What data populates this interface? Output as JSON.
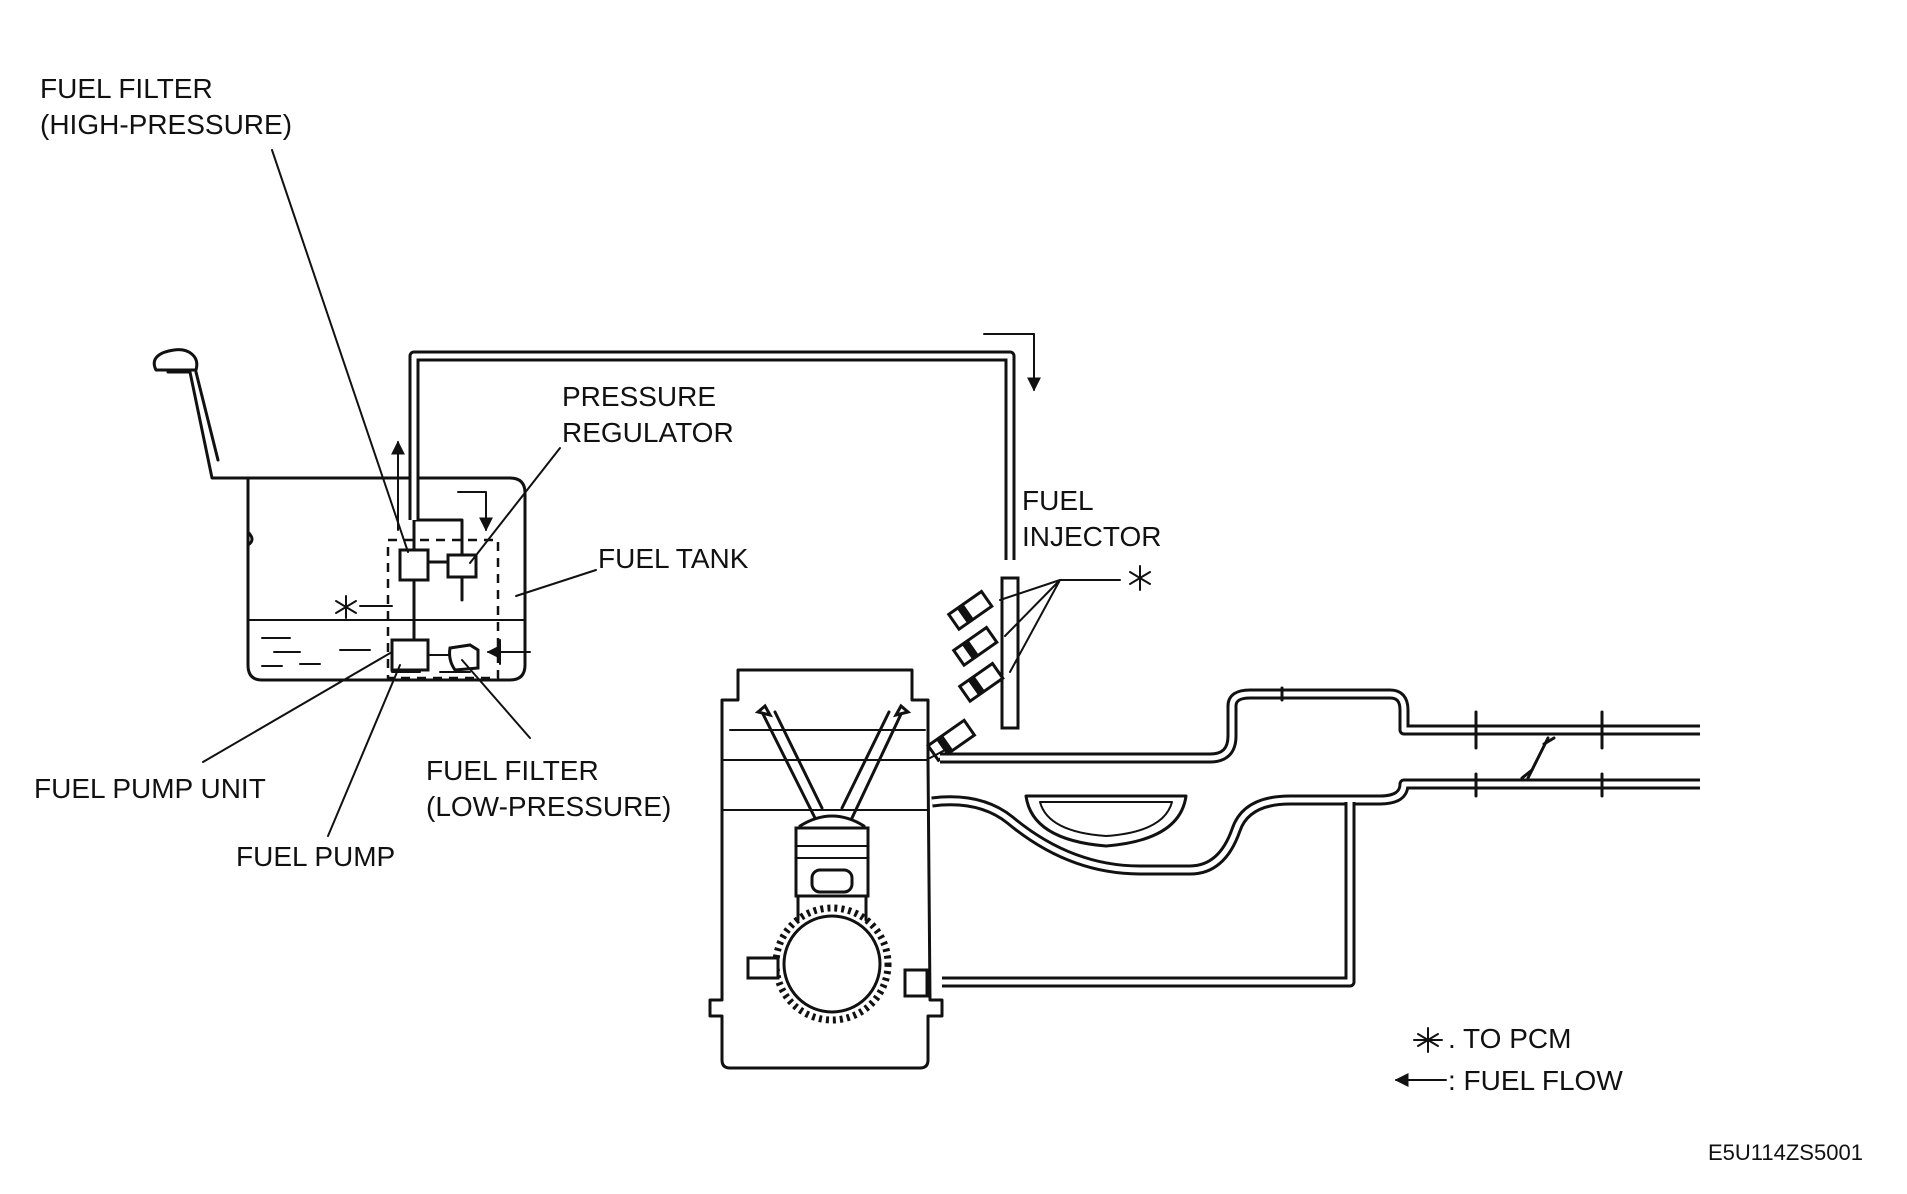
{
  "labels": {
    "fuel_filter_high_1": "FUEL FILTER",
    "fuel_filter_high_2": "(HIGH-PRESSURE)",
    "pressure_regulator_1": "PRESSURE",
    "pressure_regulator_2": "REGULATOR",
    "fuel_tank": "FUEL TANK",
    "fuel_injector_1": "FUEL",
    "fuel_injector_2": "INJECTOR",
    "fuel_pump_unit": "FUEL PUMP UNIT",
    "fuel_pump": "FUEL PUMP",
    "fuel_filter_low_1": "FUEL FILTER",
    "fuel_filter_low_2": "(LOW-PRESSURE)"
  },
  "legend": {
    "to_pcm": ". TO PCM",
    "fuel_flow": ": FUEL FLOW"
  },
  "figure_code": "E5U114ZS5001",
  "icons": [
    "asterisk-icon",
    "arrow-icon"
  ]
}
